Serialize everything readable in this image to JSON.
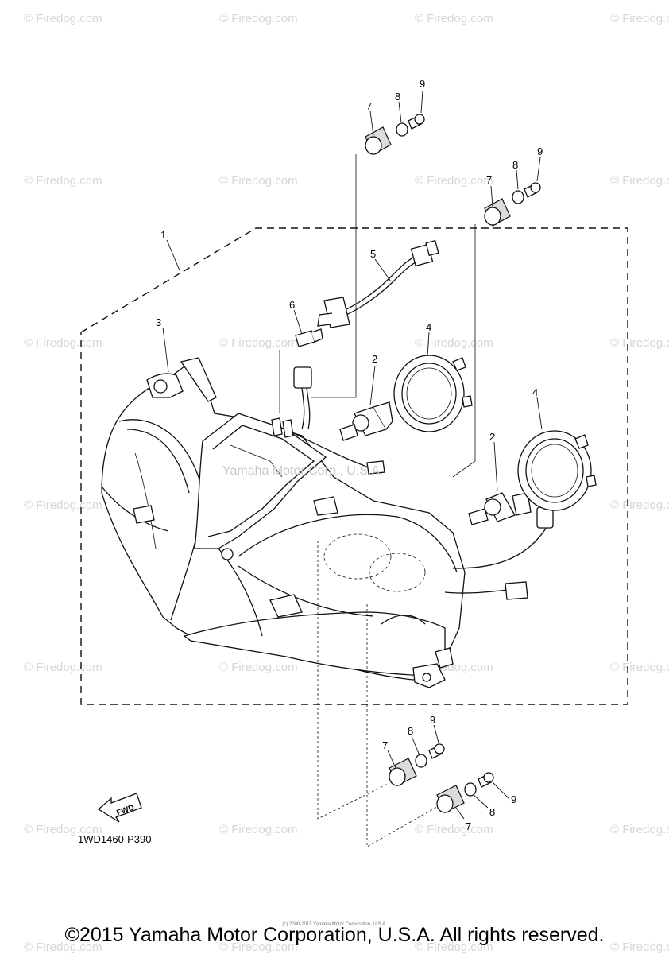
{
  "watermark": {
    "text": "© Firedog.com"
  },
  "diagram_watermark": "Yamaha Motor Corp., U.S.A.",
  "callouts": {
    "n1": "1",
    "n2a": "2",
    "n2b": "2",
    "n3": "3",
    "n4a": "4",
    "n4b": "4",
    "n5": "5",
    "n6": "6",
    "n7a": "7",
    "n8a": "8",
    "n9a": "9",
    "n7b": "7",
    "n8b": "8",
    "n9b": "9",
    "n7c": "7",
    "n8c": "8",
    "n9c": "9",
    "n7d": "7",
    "n8d": "8",
    "n9d": "9"
  },
  "fwd_label": "FWD",
  "part_code": "1WD1460-P390",
  "small_copyright": "(c) 2000-2015 Yamaha Motor Corporation, U.S.A.",
  "copyright": "©2015 Yamaha Motor Corporation, U.S.A. All rights reserved."
}
